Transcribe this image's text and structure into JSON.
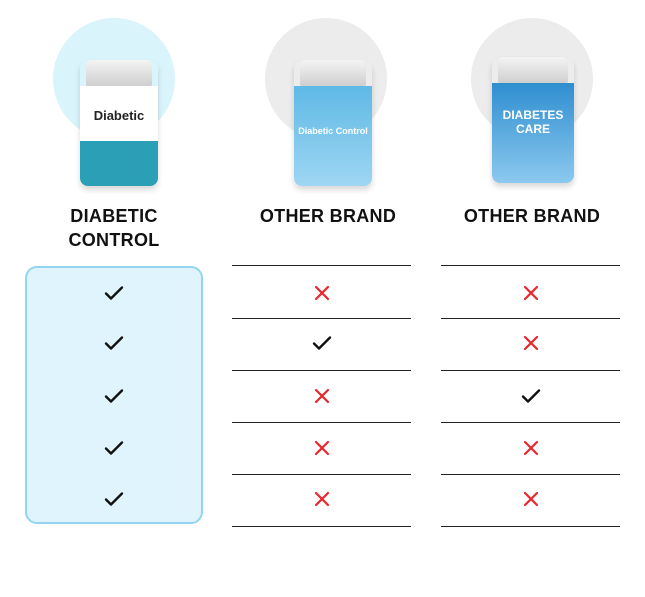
{
  "columns": [
    {
      "heading": "DIABETIC CONTROL",
      "product_label": "Diabetic",
      "circle_color": "#d9f4fb",
      "highlighted": true,
      "marks": [
        "check",
        "check",
        "check",
        "check",
        "check"
      ]
    },
    {
      "heading": "OTHER BRAND",
      "product_label": "Diabetic Control",
      "circle_color": "#ececec",
      "highlighted": false,
      "marks": [
        "cross",
        "check",
        "cross",
        "cross",
        "cross"
      ]
    },
    {
      "heading": "OTHER BRAND",
      "product_label": "DIABETES CARE",
      "circle_color": "#ececec",
      "highlighted": false,
      "marks": [
        "cross",
        "cross",
        "check",
        "cross",
        "cross"
      ]
    }
  ],
  "colors": {
    "check": "#111111",
    "cross": "#e8262b",
    "highlight_border": "#93d5f1",
    "highlight_fill": "#dff4fc"
  }
}
